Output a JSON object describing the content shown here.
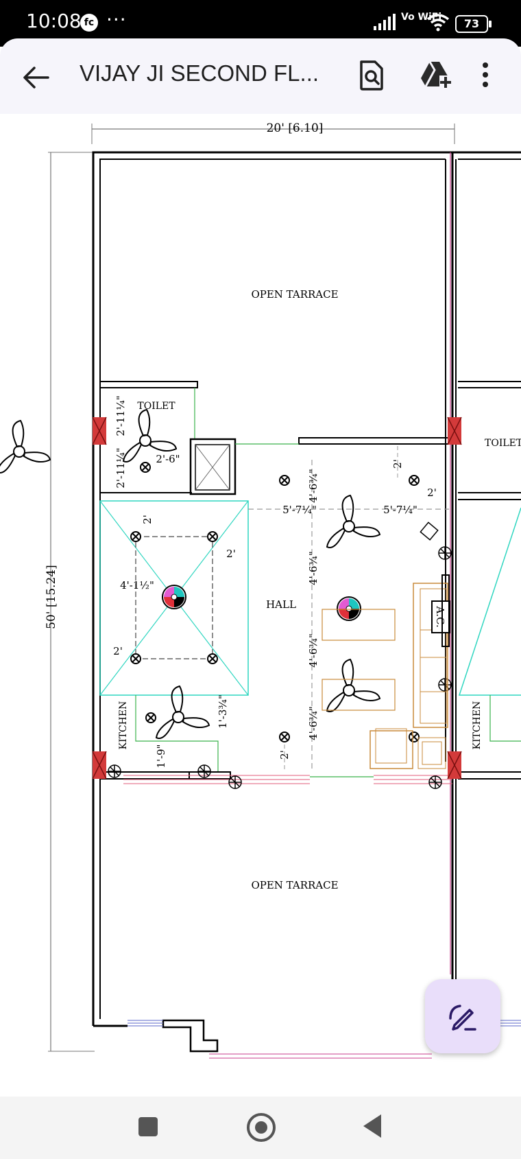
{
  "status": {
    "time": "10:08",
    "notification_icon": "fc",
    "more_notifications": "···",
    "network": "Vo WiFi",
    "battery": "73"
  },
  "appbar": {
    "title": "VIJAY JI SECOND FL..."
  },
  "plan": {
    "width_dim": "20' [6.10]",
    "height_dim": "50' [15.24]",
    "open_terrace_top": "OPEN TARRACE",
    "open_terrace_bottom": "OPEN TARRACE",
    "toilet": "TOILET",
    "toilet_right": "TOILET",
    "hall": "HALL",
    "kitchen": "KITCHEN",
    "kitchen_right": "KITCHEN",
    "ac": "A.C.",
    "dims": {
      "d_2_11_a": "2'-11¼\"",
      "d_2_11_b": "2'-11¼\"",
      "d_2_6": "2'-6\"",
      "d_2_a": "2'",
      "d_2_b": "2'",
      "d_2_c": "2'",
      "d_2_d": "2'",
      "d_2_e": "2'",
      "d_2_f": "2'",
      "d_4_1": "4'-1½\"",
      "d_5_7_a": "5'-7¼\"",
      "d_5_7_b": "5'-7¼\"",
      "d_4_6_a": "4'-6¾\"",
      "d_4_6_b": "4'-6¾\"",
      "d_4_6_c": "4'-6¾\"",
      "d_4_6_d": "4'-6¾\"",
      "d_1_9": "1'-9\"",
      "d_1_3": "1'-3¾\""
    }
  },
  "colors": {
    "wall": "#000000",
    "cyan": "#2fd6c0",
    "column": "#d33a3a",
    "furniture": "#c98a3a",
    "fab_bg": "#e9defa",
    "fab_icon": "#2b1a66"
  }
}
